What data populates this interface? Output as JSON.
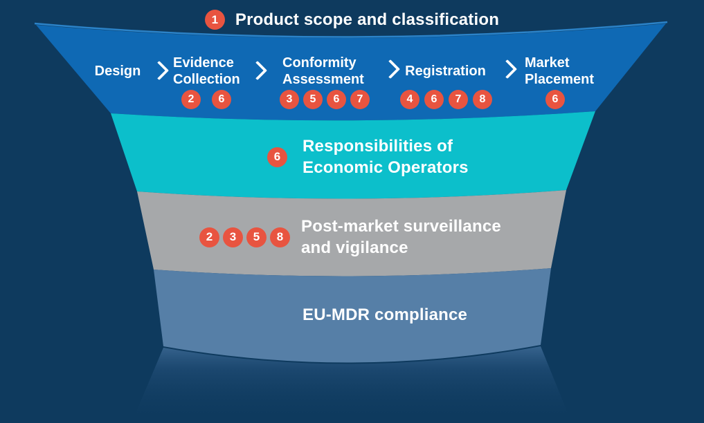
{
  "colors": {
    "background": "#0E3A5E",
    "process_band": "#0F69B4",
    "rim_highlight": "#2B83C9",
    "badge": "#E85440",
    "text": "#FFFFFF"
  },
  "title": {
    "badge": "1",
    "text": "Product scope and classification"
  },
  "process": {
    "stages": [
      {
        "name": "design",
        "lines": [
          "Design"
        ],
        "badges": []
      },
      {
        "name": "evidence-collection",
        "lines": [
          "Evidence",
          "Collection"
        ],
        "badges": [
          "2",
          "6"
        ]
      },
      {
        "name": "conformity-assessment",
        "lines": [
          "Conformity",
          "Assessment"
        ],
        "badges": [
          "3",
          "5",
          "6",
          "7"
        ]
      },
      {
        "name": "registration",
        "lines": [
          "Registration"
        ],
        "badges": [
          "4",
          "6",
          "7",
          "8"
        ]
      },
      {
        "name": "market-placement",
        "lines": [
          "Market",
          "Placement"
        ],
        "badges": [
          "6"
        ]
      }
    ]
  },
  "bands": [
    {
      "name": "responsibilities-of-economic-operators",
      "color": "#0CBFCB",
      "badges": [
        "6"
      ],
      "lines": [
        "Responsibilities of",
        "Economic Operators"
      ]
    },
    {
      "name": "post-market-surveillance-and-vigilance",
      "color": "#A6A8AA",
      "badges": [
        "2",
        "3",
        "5",
        "8"
      ],
      "lines": [
        "Post-market surveillance",
        "and vigilance"
      ]
    },
    {
      "name": "eu-mdr-compliance",
      "color": "#567FA7",
      "badges": [],
      "lines": [
        "EU-MDR compliance"
      ]
    }
  ]
}
